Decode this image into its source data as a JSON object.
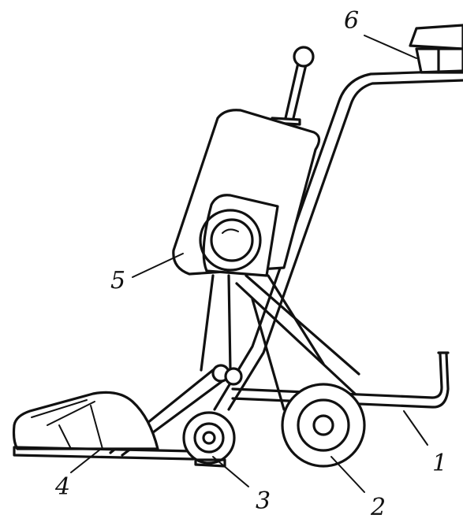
{
  "labels": {
    "1": "1",
    "2": "2",
    "3": "3",
    "4": "4",
    "5": "5",
    "6": "6"
  },
  "colors": {
    "ink": "#111111",
    "paper": "#ffffff"
  }
}
